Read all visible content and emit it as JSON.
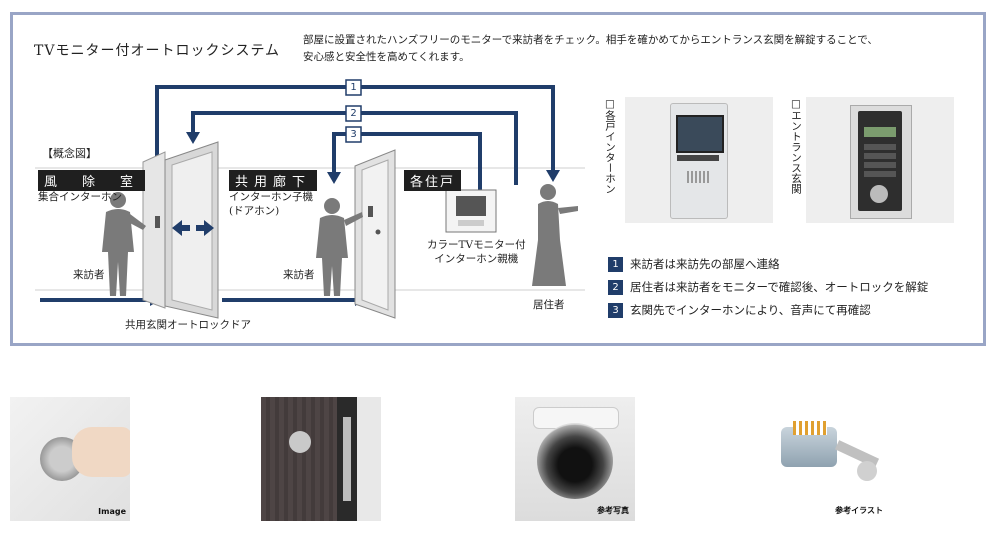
{
  "header": {
    "title": "TVモニター付オートロックシステム",
    "description": "部屋に設置されたハンズフリーのモニターで来訪者をチェック。相手を確かめてからエントランス玄関を解錠することで、\n安心感と安全性を高めてくれます。"
  },
  "diagram": {
    "concept_label": "【概念図】",
    "zone_windbreak": "風　除　室",
    "zone_windbreak_sub": "集合インターホン",
    "zone_corridor": "共用廊下",
    "zone_corridor_sub": "インターホン子機\n(ドアホン)",
    "zone_unit": "各住戸",
    "monitor_label": "カラーTVモニター付\nインターホン親機",
    "visitor_1": "来訪者",
    "visitor_2": "来訪者",
    "resident": "居住者",
    "door_label": "共用玄関オートロックドア",
    "step_1": "1",
    "step_2": "2",
    "step_3": "3",
    "colors": {
      "arrow": "#203d6a",
      "frame": "#99a5c6"
    }
  },
  "photos": {
    "indoor_intercom_label": "□各戸インターホン",
    "entrance_intercom_label": "□エントランス玄関"
  },
  "legend": [
    {
      "num": "1",
      "text": "来訪者は来訪先の部屋へ連絡"
    },
    {
      "num": "2",
      "text": "居住者は来訪者をモニターで確認後、オートロックを解錠"
    },
    {
      "num": "3",
      "text": "玄関先でインターホンにより、音声にて再確認"
    }
  ],
  "thumbnails": [
    {
      "caption": "Image"
    },
    {
      "caption": ""
    },
    {
      "caption": "参考写真"
    },
    {
      "caption": "参考イラスト"
    }
  ]
}
